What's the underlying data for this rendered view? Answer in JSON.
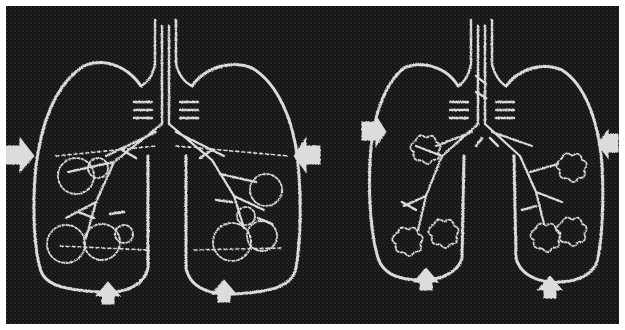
{
  "figure": {
    "panels": [
      {
        "id": "left",
        "state": "lungs-expanded-alveoli-round"
      },
      {
        "id": "right",
        "state": "lungs-deflated-alveoli-collapsed"
      }
    ],
    "colors": {
      "board": "#141414",
      "board_texture": "#262626",
      "chalk": "#dcdcdc",
      "frame": "#ffffff"
    }
  }
}
